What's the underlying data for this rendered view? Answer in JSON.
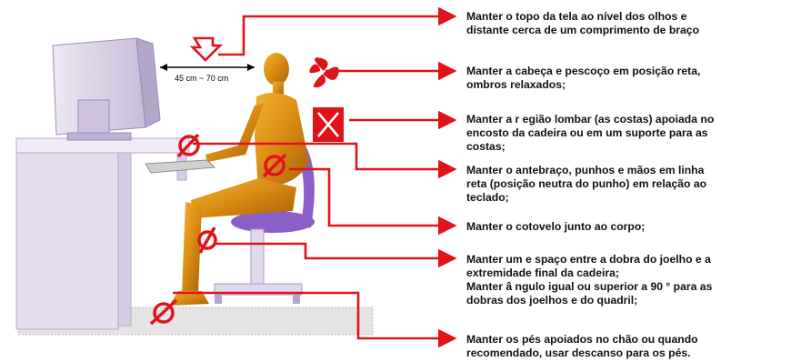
{
  "measurement": {
    "distance_label": "45 cm ~ 70 cm"
  },
  "colors": {
    "accent": "#e0121a",
    "monitor": "#d8cde6",
    "chair": "#8b5fc8",
    "skin": "#d98a12"
  },
  "icons": [
    "arrow-icon",
    "eye-level-icon",
    "neck-icon",
    "lumbar-icon",
    "wrist-icon",
    "elbow-icon",
    "knee-icon",
    "foot-icon"
  ],
  "notes": [
    {
      "text": "Manter o  topo da tela ao nível dos olhos e\ndistante cerca de um comprimento de braço"
    },
    {
      "text": "Manter a cabeça e pescoço em posição reta,\nombros relaxados;"
    },
    {
      "text": "Manter a r egião lombar (as costas) apoiada no\nencosto da cadeira ou em um suporte para as\ncostas;"
    },
    {
      "text": "Manter o antebraço,   punhos e mãos em linha\nreta (posição neutra do punho) em relação ao\nteclado;"
    },
    {
      "text": "Manter o cotovelo junto ao corpo;"
    },
    {
      "text": "Manter um e spaço entre a dobra do joelho e a\nextremidade final da cadeira;\nManter â ngulo igual ou superior a 90   ° para as\ndobras dos joelhos e do quadril;"
    },
    {
      "text": "Manter os pés apoiados no chão ou quando\nrecomendado, usar descanso para os pés."
    }
  ]
}
